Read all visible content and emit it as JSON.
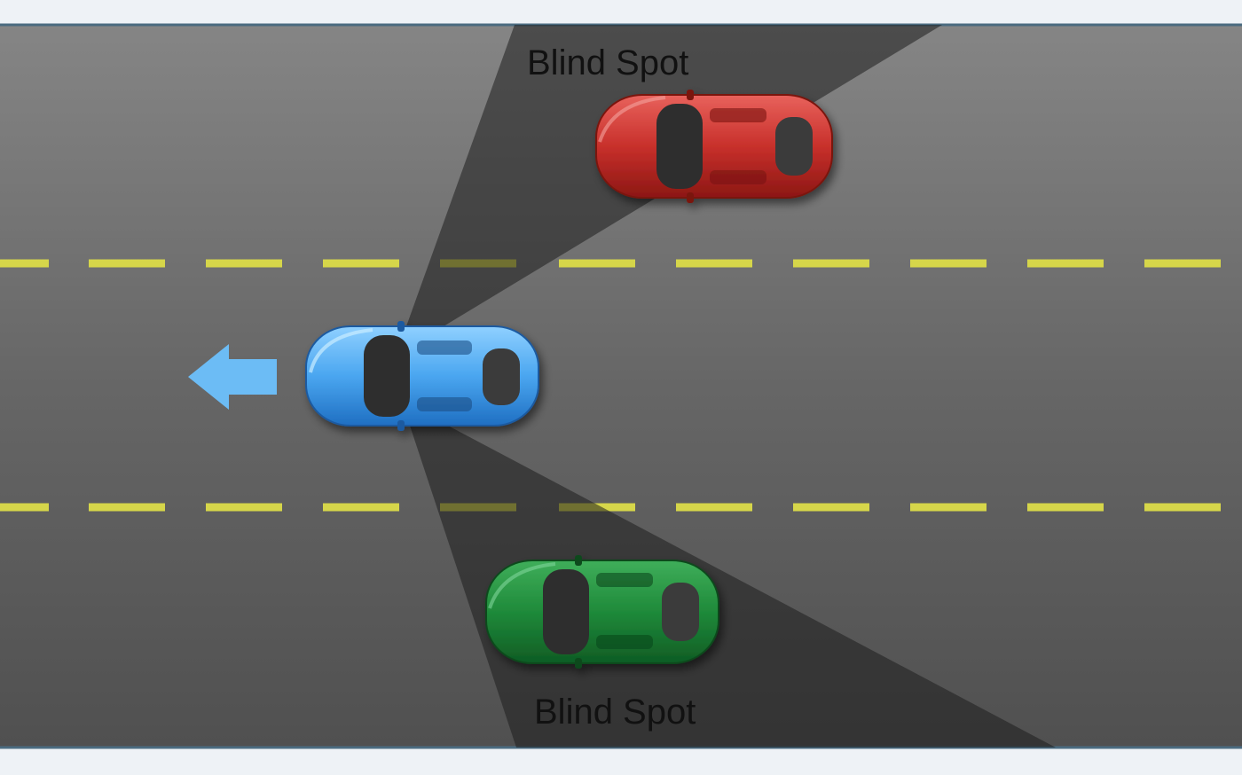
{
  "labels": {
    "top_blind_spot": "Blind Spot",
    "bottom_blind_spot": "Blind Spot"
  },
  "vehicles": [
    {
      "id": "ego",
      "color": "#4da3ee",
      "direction": "left"
    },
    {
      "id": "upper-lane",
      "color": "#c8302b"
    },
    {
      "id": "lower-lane",
      "color": "#1f8a3a"
    }
  ],
  "colors": {
    "road": "#6f6f6f",
    "blind_spot_zone": "#3d3d3d",
    "lane_marking": "#d6d64a",
    "arrow": "#6cbcf5",
    "frame": "#4a6b80"
  }
}
